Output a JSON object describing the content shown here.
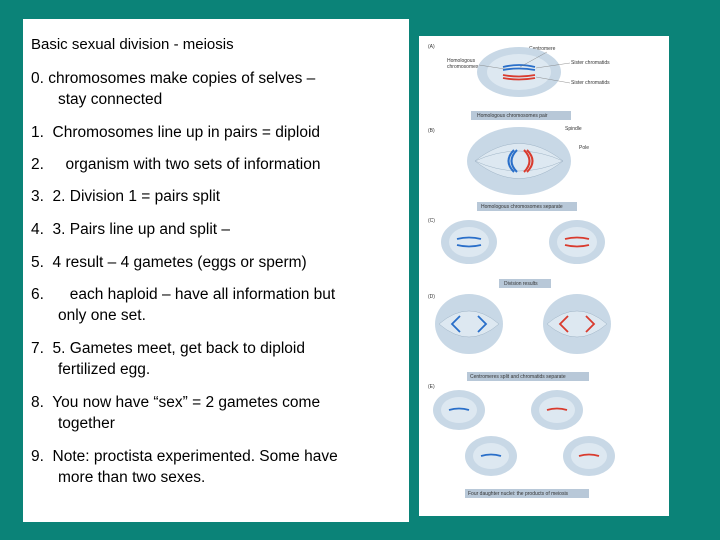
{
  "slide": {
    "title": "Basic sexual division - meiosis",
    "items": [
      {
        "text": "0. chromosomes make copies of selves –",
        "cont": "stay connected"
      },
      {
        "text": "1.  Chromosomes line up in pairs = diploid"
      },
      {
        "text": "2.     organism with two sets of information"
      },
      {
        "text": "3.  2. Division 1 = pairs split"
      },
      {
        "text": "4.  3. Pairs line up and split –"
      },
      {
        "text": "5.  4 result – 4 gametes (eggs or sperm)"
      },
      {
        "text": "6.      each haploid – have all information but",
        "cont": "only one set."
      },
      {
        "text": "7.  5. Gametes meet, get back to diploid",
        "cont": "fertilized egg."
      },
      {
        "text": "8.  You now have “sex” = 2 gametes come",
        "cont": "together"
      },
      {
        "text": "9.  Note: proctista experimented. Some have",
        "cont": "more than two sexes."
      }
    ]
  },
  "figure": {
    "panel_a": "(A)",
    "panel_b": "(B)",
    "panel_c": "(C)",
    "panel_d": "(D)",
    "panel_e": "(E)",
    "label_centromere": "Centromere",
    "label_homologous": "Homologous",
    "label_chromosomes": "chromosomes",
    "label_sister1": "Sister chromatids",
    "label_sister2": "Sister chromatids",
    "label_spindle": "Spindle",
    "label_pole": "Pole",
    "bar_a": "Homologous chromosomes pair",
    "bar_b": "Homologous chromosomes separate",
    "bar_c": "Division results",
    "bar_d": "Centromeres split and chromatids separate",
    "bar_e": "Four daughter nuclei: the products of meiosis",
    "colors": {
      "blue": "#2a6fc9",
      "red": "#d93b2e",
      "cell": "#c8d8e6",
      "nucleus": "#dde8f1"
    }
  }
}
